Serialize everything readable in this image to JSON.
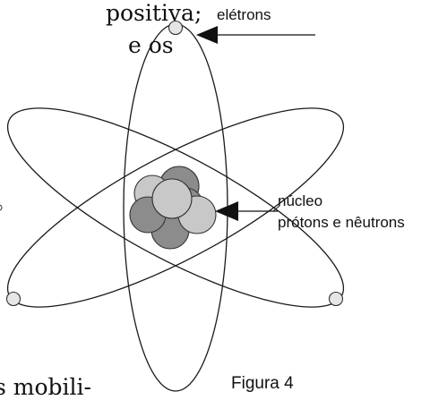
{
  "text_fragments": {
    "line1": "positiva;",
    "line2": "e os",
    "line3": "s mobili-"
  },
  "diagram": {
    "electrons_label": "elétrons",
    "nucleus_label_line1": "núcleo",
    "nucleus_label_line2": "prótons e nêutrons",
    "caption": "Figura 4"
  },
  "colors": {
    "orbit": "#1a1a1a",
    "proton_light": "#c8c8c8",
    "neutron_dark": "#8c8c8c",
    "electron": "#e6e6e6"
  }
}
